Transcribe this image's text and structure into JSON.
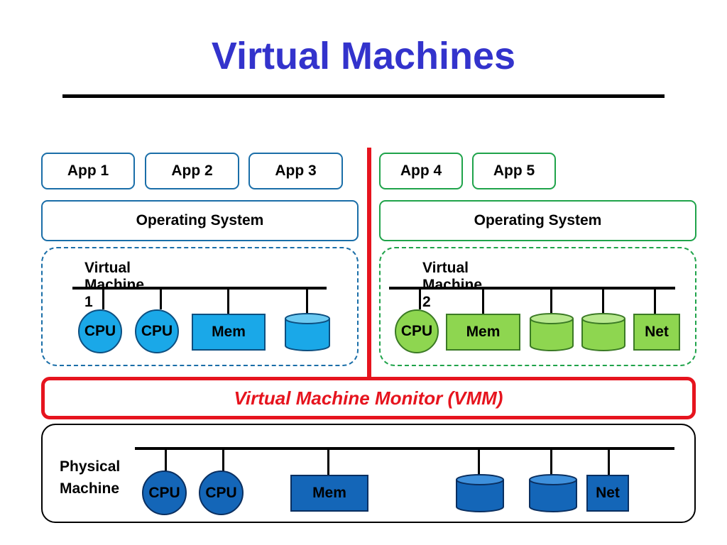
{
  "title": "Virtual Machines",
  "vm1": {
    "apps": [
      "App 1",
      "App 2",
      "App 3"
    ],
    "os": "Operating System",
    "label": "Virtual Machine 1",
    "cpu1": "CPU",
    "cpu2": "CPU",
    "mem": "Mem"
  },
  "vm2": {
    "apps": [
      "App 4",
      "App 5"
    ],
    "os": "Operating System",
    "label": "Virtual Machine 2",
    "cpu1": "CPU",
    "mem": "Mem",
    "net": "Net"
  },
  "vmm": "Virtual Machine Monitor (VMM)",
  "physical": {
    "label_line1": "Physical",
    "label_line2": "Machine",
    "cpu1": "CPU",
    "cpu2": "CPU",
    "mem": "Mem",
    "net": "Net"
  },
  "colors": {
    "title": "#3333cc",
    "vm1_border": "#1a6ea8",
    "vm2_border": "#1fa34a",
    "vm1_fill": "#1aa8e8",
    "vm2_fill": "#8ed650",
    "physical_fill": "#1466b8",
    "vmm_red": "#e6141e"
  }
}
